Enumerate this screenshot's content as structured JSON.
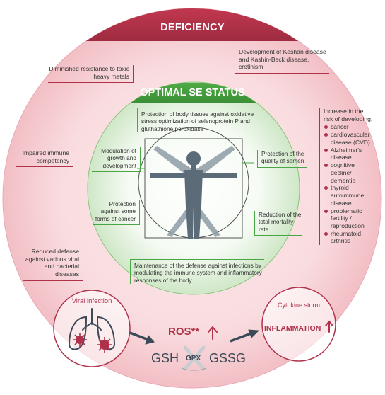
{
  "deficiency": {
    "title": "DEFICIENCY"
  },
  "optimal": {
    "title": "OPTIMAL SE STATUS"
  },
  "outer": {
    "keshan": "Development of Keshan disease and Kashin-Beck disease, cretinism",
    "heavy_metals": "Diminished resistance to toxic heavy metals",
    "immune": "Impaired immune competency",
    "viral_defense": "Reduced defense against various viral and bacterial diseases",
    "risk_title": "Increase in the risk of developing:",
    "risks": [
      "cancer",
      "cardiovascular disease (CVD)",
      "Alzheimer's disease",
      "cognitive decline/ dementia",
      "thyroid autoimmune disease",
      "problematic fertility / reproduction",
      "rheumatoid arthritis"
    ]
  },
  "inner": {
    "protection_tissues": "Protection of body tissues against oxidative stress optimization of selenoprotein P and gluthathione peroxidase",
    "growth": "Modulation of growth and development",
    "semen": "Protection of the quality of semen",
    "cancer_protection": "Protection against some forms of cancer",
    "mortality": "Reduction of the total mortality rate",
    "immune_defense": "Maintenance of the defense against infections by modulating the immune system and inflammatory responses of the body"
  },
  "bottom": {
    "viral_infection": "Viral infection",
    "ros": "ROS**",
    "gsh": "GSH",
    "gpx": "GPX",
    "gssg": "GSSG",
    "cytokine": "Cytokine storm",
    "inflammation": "INFLAMMATION"
  },
  "colors": {
    "red": "#b0324a",
    "green": "#3e9b3b",
    "outer_fill": "#f7d3d6",
    "inner_fill": "#dcefd6"
  }
}
